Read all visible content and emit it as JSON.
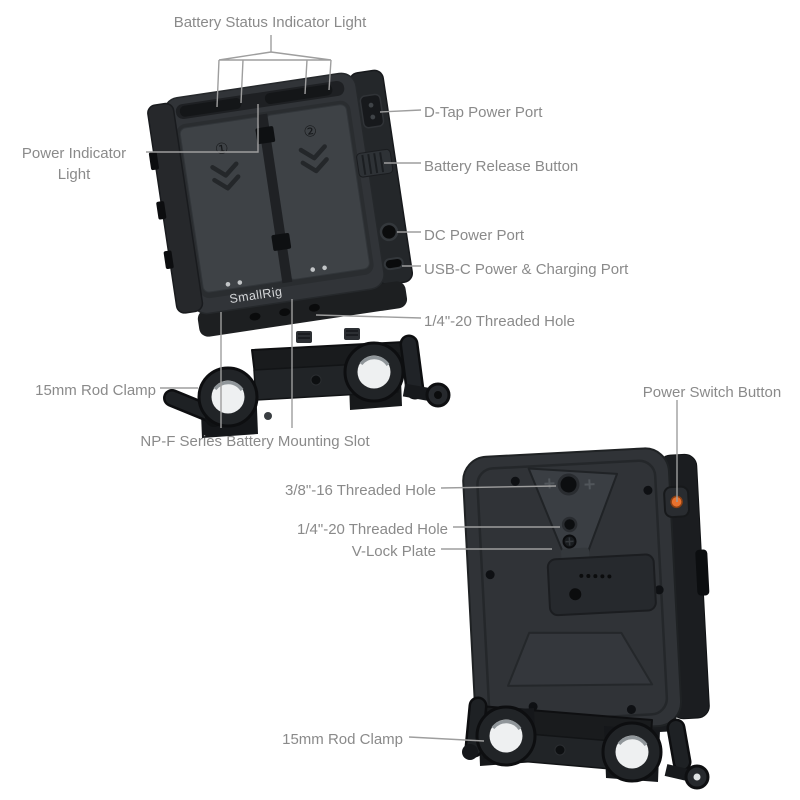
{
  "diagram": {
    "labels": {
      "battery_status_indicator": "Battery Status Indicator Light",
      "d_tap": "D-Tap Power Port",
      "power_indicator_line1": "Power Indicator",
      "power_indicator_line2": "Light",
      "battery_release": "Battery Release Button",
      "dc_power": "DC Power Port",
      "usb_c": "USB-C Power & Charging Port",
      "quarter_20_top": "1/4\"-20 Threaded Hole",
      "rod_clamp_top": "15mm Rod Clamp",
      "np_f_slot": "NP-F Series Battery Mounting Slot",
      "power_switch": "Power Switch Button",
      "three_eighths_16": "3/8\"-16 Threaded Hole",
      "quarter_20_bottom": "1/4\"-20 Threaded Hole",
      "v_lock": "V-Lock Plate",
      "rod_clamp_bottom": "15mm Rod Clamp"
    },
    "device_top": {
      "brand": "SmallRig",
      "slot1_number": "①",
      "slot2_number": "②"
    },
    "colors": {
      "label_text": "#8a8a8a",
      "leader_line": "#9e9e9e",
      "body_dark": "#313438",
      "power_button": "#e8712d"
    }
  }
}
